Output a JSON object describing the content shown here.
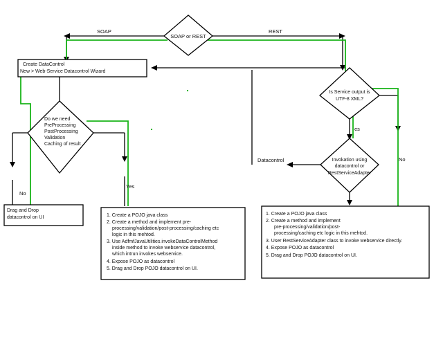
{
  "nodes": {
    "decision_soap_rest": "SOAP or REST",
    "create_dc_line1": "Create DataControl",
    "create_dc_line2": "New > Web-Service Datacontrol Wizard",
    "decision_preprocess": [
      "Do we need",
      "PreProcessing",
      "PostProcessing",
      "Validation",
      "Caching of result"
    ],
    "drag_drop_box": [
      "Drag and Drop",
      "datacontrol on UI"
    ],
    "decision_utf8": [
      "Is Service output is",
      "UTF-8 XML?"
    ],
    "decision_invoke": [
      "Invokation using",
      "datacontrol or",
      "RestServiceAdapter"
    ],
    "soap_steps": [
      "1. Create a POJO java class",
      "2. Create a method and implement pre-",
      "processing/validation/post-processing/caching etc",
      "logic in this mehtod.",
      "3. Use AdfmfJavaUtilities.invokeDataControlMethod",
      "inside method to invoke webservice datacontrol,",
      "which intrun invokes webservice.",
      "4. Expose POJO as datacontrol",
      "5. Drag and Drop POJO datacontrol on UI."
    ],
    "rest_steps": [
      "1. Create a POJO java class",
      "2. Create a method and implement",
      "pre-processing/validation/post-",
      "processing/caching etc logic in this mehtod.",
      "3. User RestServiceAdapter class to invoke webservice directly.",
      "4. Expose POJO as datacontrol",
      "5. Drag and Drop POJO datacontrol on UI."
    ]
  },
  "edge_labels": {
    "soap": "SOAP",
    "rest": "REST",
    "no_left": "No",
    "yes_left": "Yes",
    "yes_right": "es",
    "no_right": "No",
    "datacontrol": "Datacontrol"
  }
}
